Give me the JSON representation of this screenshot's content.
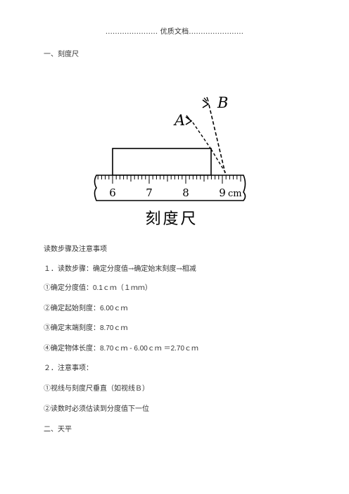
{
  "header": {
    "text": "...................... 优质文档......................."
  },
  "section1": {
    "title": "一、刻度尺"
  },
  "figure": {
    "label_a": "A",
    "label_b": "B",
    "ticks": [
      "6",
      "7",
      "8",
      "9"
    ],
    "unit": "cm",
    "caption": "刻度尺"
  },
  "body": {
    "heading": "读数步骤及注意事项",
    "step1": "１．读数步骤：确定分度值→确定始末刻度→相减",
    "item1_label": "①确定分度值：",
    "item1_value": "0.1ｃｍ（１ｍｍ）",
    "item2_label": "②确定起始刻度：",
    "item2_value": "6.00ｃｍ",
    "item3_label": "③确定末端刻度：",
    "item3_value": "8.70ｃｍ",
    "item4_label": "④确定物体长度：",
    "item4_value": "8.70ｃｍ - 6.00ｃｍ ＝2.70ｃｍ",
    "step2": "２．注意事项：",
    "note1": "①视线与刻度尺垂直（如视线Ｂ）",
    "note2": "②读数时必须估读到分度值下一位"
  },
  "section2": {
    "title": "二、天平"
  }
}
